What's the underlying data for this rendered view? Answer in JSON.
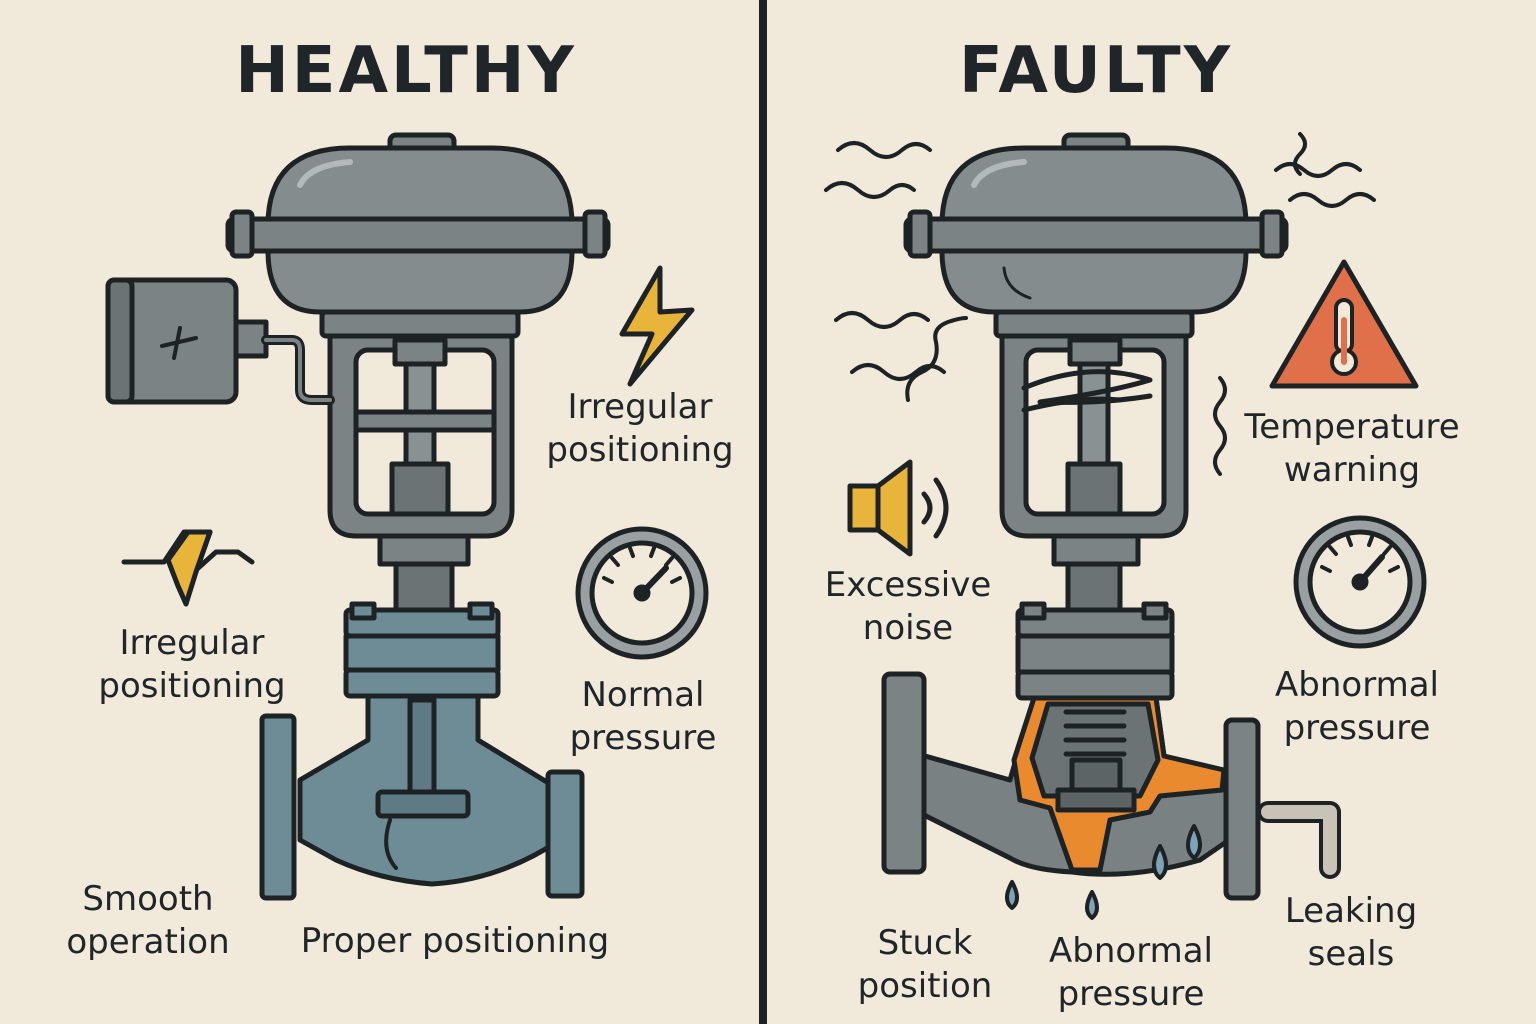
{
  "healthy": {
    "title": "HEALTHY",
    "labels": {
      "irregular_top": "Irregular\npositioning",
      "irregular_left": "Irregular\npositioning",
      "normal_pressure": "Normal\npressure",
      "smooth_operation": "Smooth\noperation",
      "proper_positioning": "Proper positioning"
    }
  },
  "faulty": {
    "title": "FAULTY",
    "labels": {
      "temperature_warning": "Temperature\nwarning",
      "excessive_noise": "Excessive\nnoise",
      "abnormal_pressure_right": "Abnormal\npressure",
      "stuck_position": "Stuck\nposition",
      "abnormal_pressure_bottom": "Abnormal\npressure",
      "leaking_seals": "Leaking\nseals"
    }
  },
  "icons": {
    "bolt": "lightning-bolt-icon",
    "signal": "irregular-signal-icon",
    "gauge": "pressure-gauge-icon",
    "speaker": "speaker-icon",
    "warning": "temperature-warning-icon",
    "drops": "leak-drops-icon"
  },
  "colors": {
    "background": "#f1e9da",
    "valve_gray": "#7c8384",
    "body_blue": "#6e8c96",
    "accent_yellow": "#e8b43a",
    "warning_orange": "#e0704a",
    "fault_orange": "#ea8a2e",
    "leak_blue": "#7fa3b6",
    "outline": "#1d2225"
  }
}
